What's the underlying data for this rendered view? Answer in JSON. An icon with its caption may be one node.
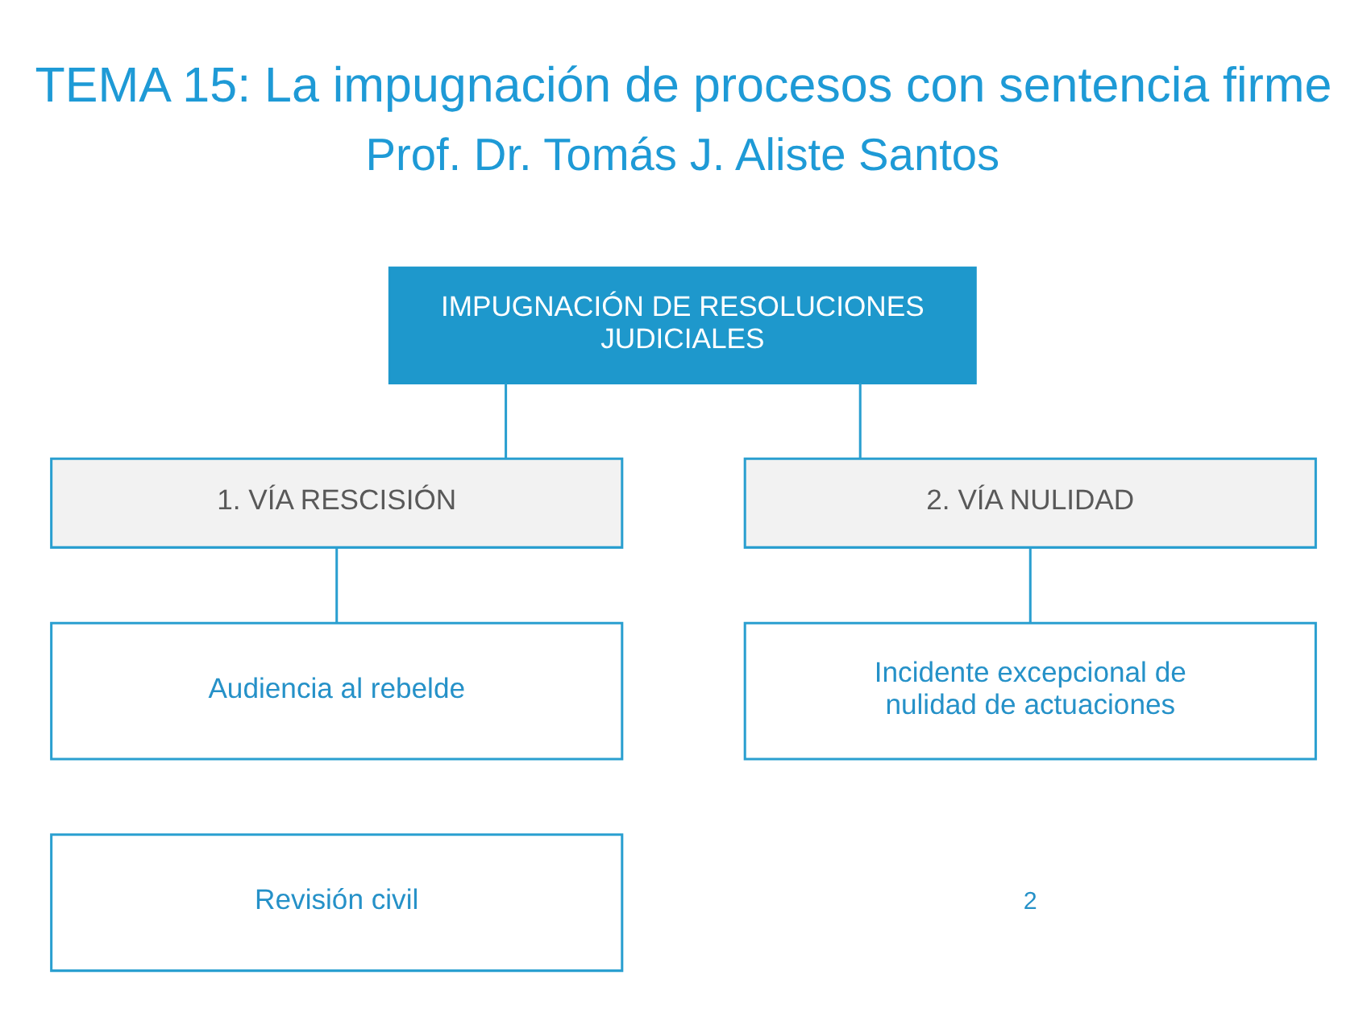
{
  "diagram": {
    "title": "TEMA 15: La impugnación de procesos con sentencia firme",
    "nodes": [
      {
        "text": [
          "IMPUGNACIÓN DE RESOLUCIONES JUDICIALES"
        ]
      },
      {
        "text": [
          "1. VÍA RESCISIÓN"
        ]
      },
      {
        "text": [
          "2. VÍA NULIDAD"
        ]
      },
      {
        "text": [
          "Audiencia al rebelde"
        ]
      },
      {
        "text": [
          "Revisión civil"
        ]
      },
      {
        "text": [
          "Incidente excepcional de nulidad de actuaciones"
        ]
      }
    ],
    "edges": [
      {
        "from": 0,
        "to": 1,
        "arrow": "none"
      },
      {
        "from": 0,
        "to": 2,
        "arrow": "none"
      },
      {
        "from": 1,
        "to": 3,
        "arrow": "none"
      },
      {
        "from": 2,
        "to": 5,
        "arrow": "none"
      }
    ],
    "labels": [
      "Prof. Dr. Tomás J. Aliste Santos",
      "2"
    ]
  }
}
